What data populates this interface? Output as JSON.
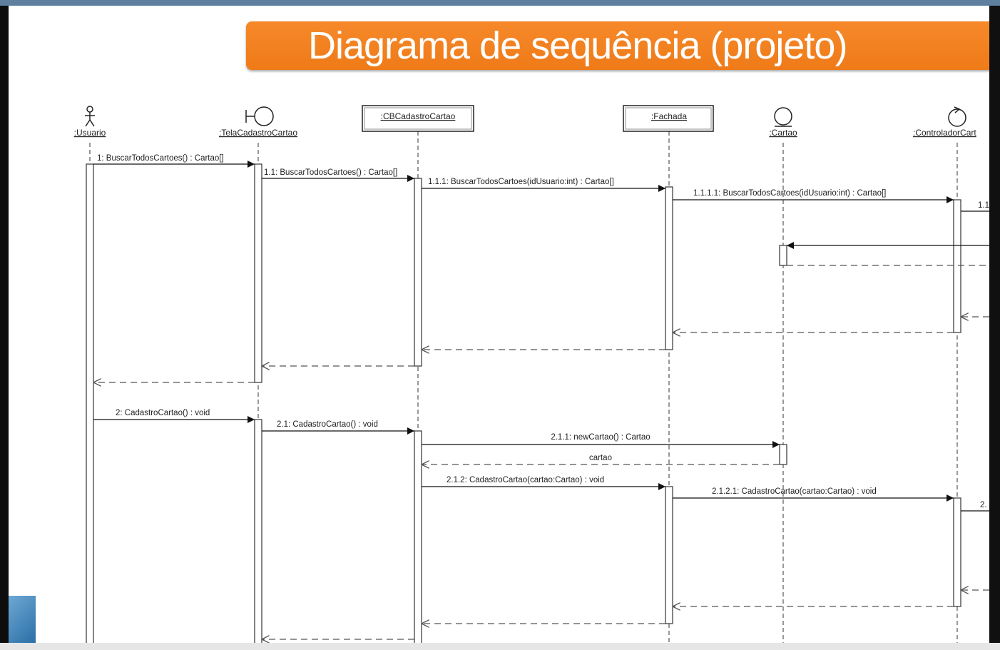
{
  "slide": {
    "title": "Diagrama de sequência (projeto)"
  },
  "colors": {
    "banner": "#f58220",
    "top_bar": "#5e7f9e",
    "accent_square": "#4a8cc2"
  },
  "diagram": {
    "lifelines": [
      {
        "id": "usuario",
        "label": ":Usuario",
        "kind": "actor",
        "icon": "actor-icon"
      },
      {
        "id": "tela",
        "label": ":TelaCadastroCartao",
        "kind": "boundary",
        "icon": "boundary-icon"
      },
      {
        "id": "cb",
        "label": ":CBCadastroCartao",
        "kind": "object-box"
      },
      {
        "id": "fachada",
        "label": ":Fachada",
        "kind": "object-box"
      },
      {
        "id": "cartao",
        "label": ":Cartao",
        "kind": "entity",
        "icon": "entity-icon"
      },
      {
        "id": "controlador",
        "label": ":ControladorCart",
        "kind": "control",
        "icon": "control-icon"
      }
    ],
    "messages": [
      {
        "label": "1: BuscarTodosCartoes() : Cartao[]"
      },
      {
        "label": "1.1: BuscarTodosCartoes() : Cartao[]"
      },
      {
        "label": "1.1.1: BuscarTodosCartoes(idUsuario:int) : Cartao[]"
      },
      {
        "label": "1.1.1.1: BuscarTodosCartoes(idUsuario:int) : Cartao[]"
      },
      {
        "label": "1.1"
      },
      {
        "label": "2: CadastroCartao() : void"
      },
      {
        "label": "2.1: CadastroCartao() : void"
      },
      {
        "label": "2.1.1: newCartao() : Cartao"
      },
      {
        "label": "cartao"
      },
      {
        "label": "2.1.2: CadastroCartao(cartao:Cartao) : void"
      },
      {
        "label": "2.1.2.1: CadastroCartao(cartao:Cartao) : void"
      },
      {
        "label": "2."
      }
    ]
  }
}
